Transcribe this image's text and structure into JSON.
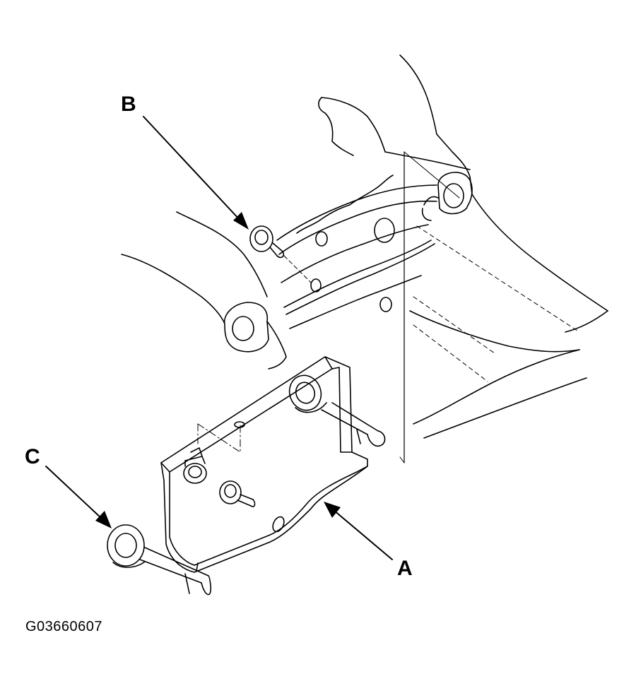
{
  "labels": {
    "a": "A",
    "b": "B",
    "c": "C"
  },
  "figure_id": "G03660607",
  "colors": {
    "ink": "#000000",
    "background": "#ffffff"
  }
}
